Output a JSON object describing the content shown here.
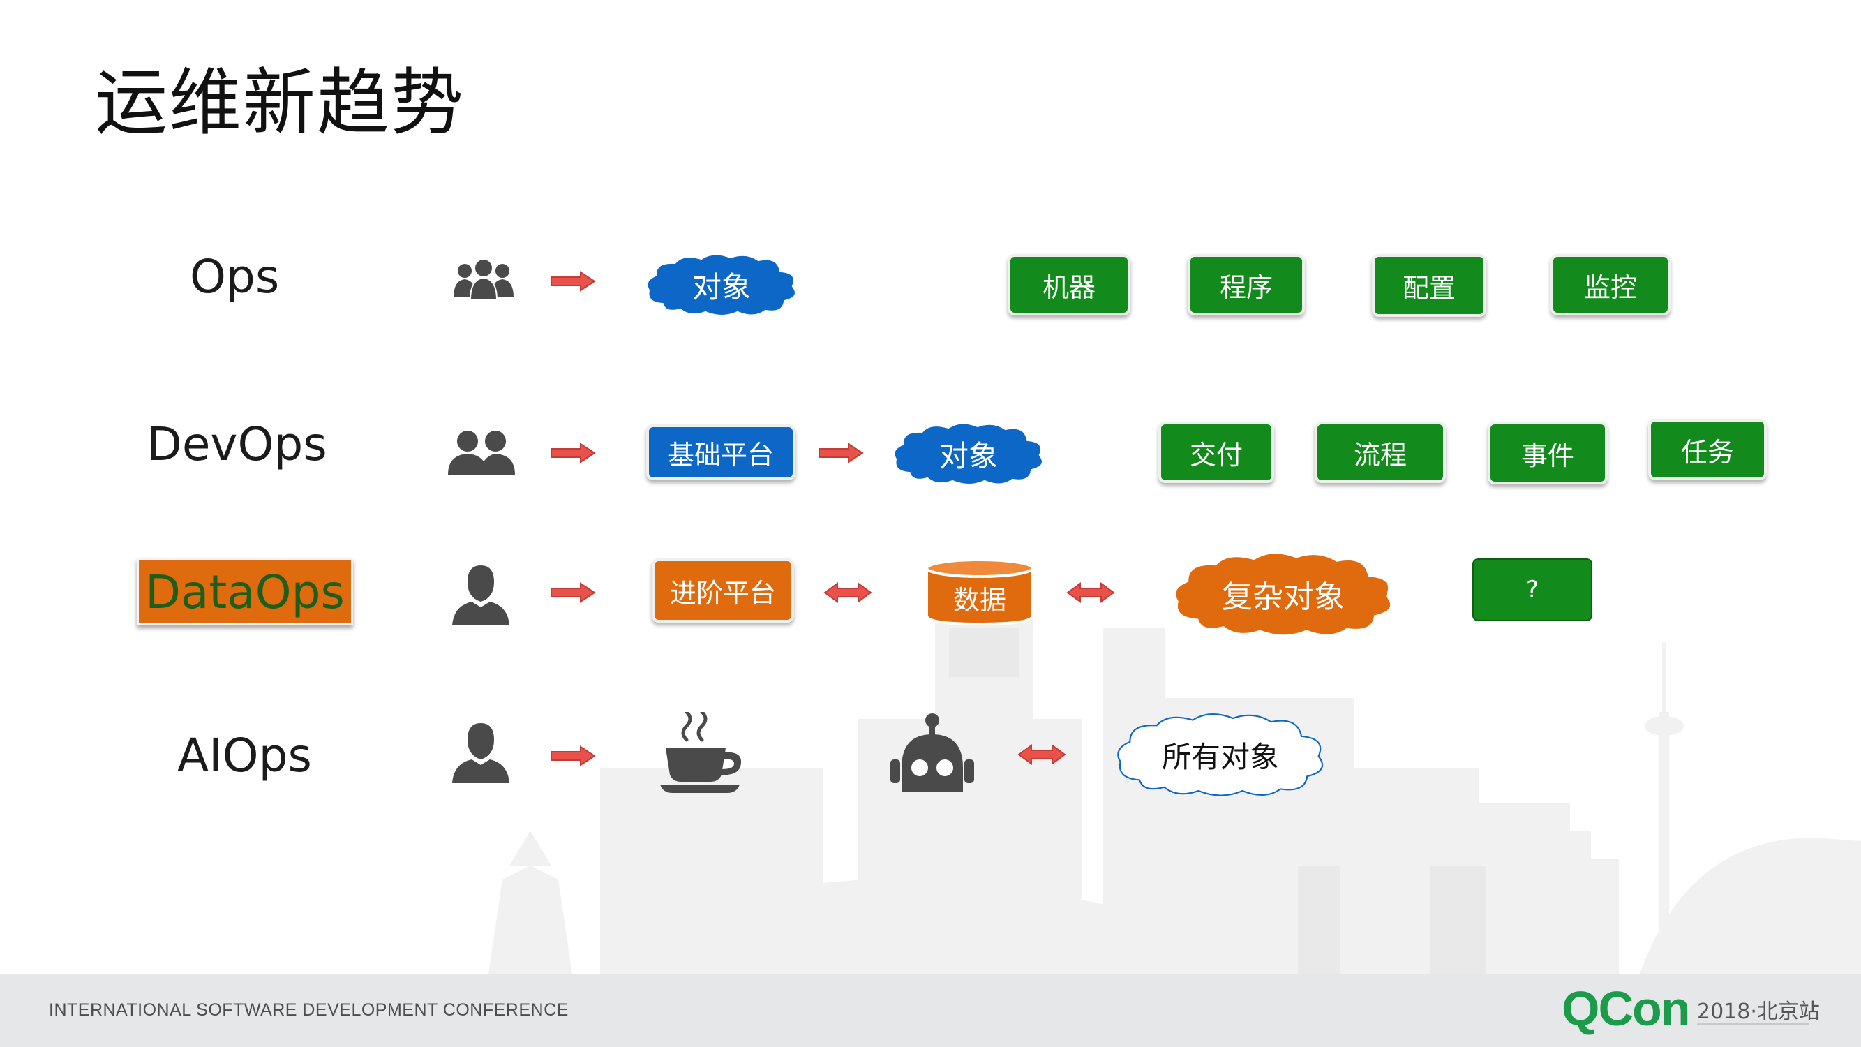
{
  "title": "运维新趋势",
  "rows": {
    "ops": {
      "label": "Ops",
      "cloud": "对象",
      "tags": [
        "机器",
        "程序",
        "配置",
        "监控"
      ]
    },
    "devops": {
      "label": "DevOps",
      "platform": "基础平台",
      "cloud": "对象",
      "tags": [
        "交付",
        "流程",
        "事件",
        "任务"
      ]
    },
    "dataops": {
      "label": "DataOps",
      "platform": "进阶平台",
      "data": "数据",
      "cloud": "复杂对象",
      "tag": "?"
    },
    "aiops": {
      "label": "AIOps",
      "cloud": "所有对象"
    }
  },
  "colors": {
    "green": "#128a1c",
    "blue": "#0c67c6",
    "orange": "#e06a0e",
    "arrow": "#e8524a",
    "icon": "#4a4a4a"
  },
  "icons": {
    "team": "users-icon",
    "pair": "users-pair-icon",
    "person": "user-icon",
    "coffee": "coffee-cup-icon",
    "robot": "robot-icon"
  },
  "footer": {
    "conference": "INTERNATIONAL SOFTWARE DEVELOPMENT CONFERENCE",
    "logo": "QCon",
    "edition": "2018·北京站"
  }
}
